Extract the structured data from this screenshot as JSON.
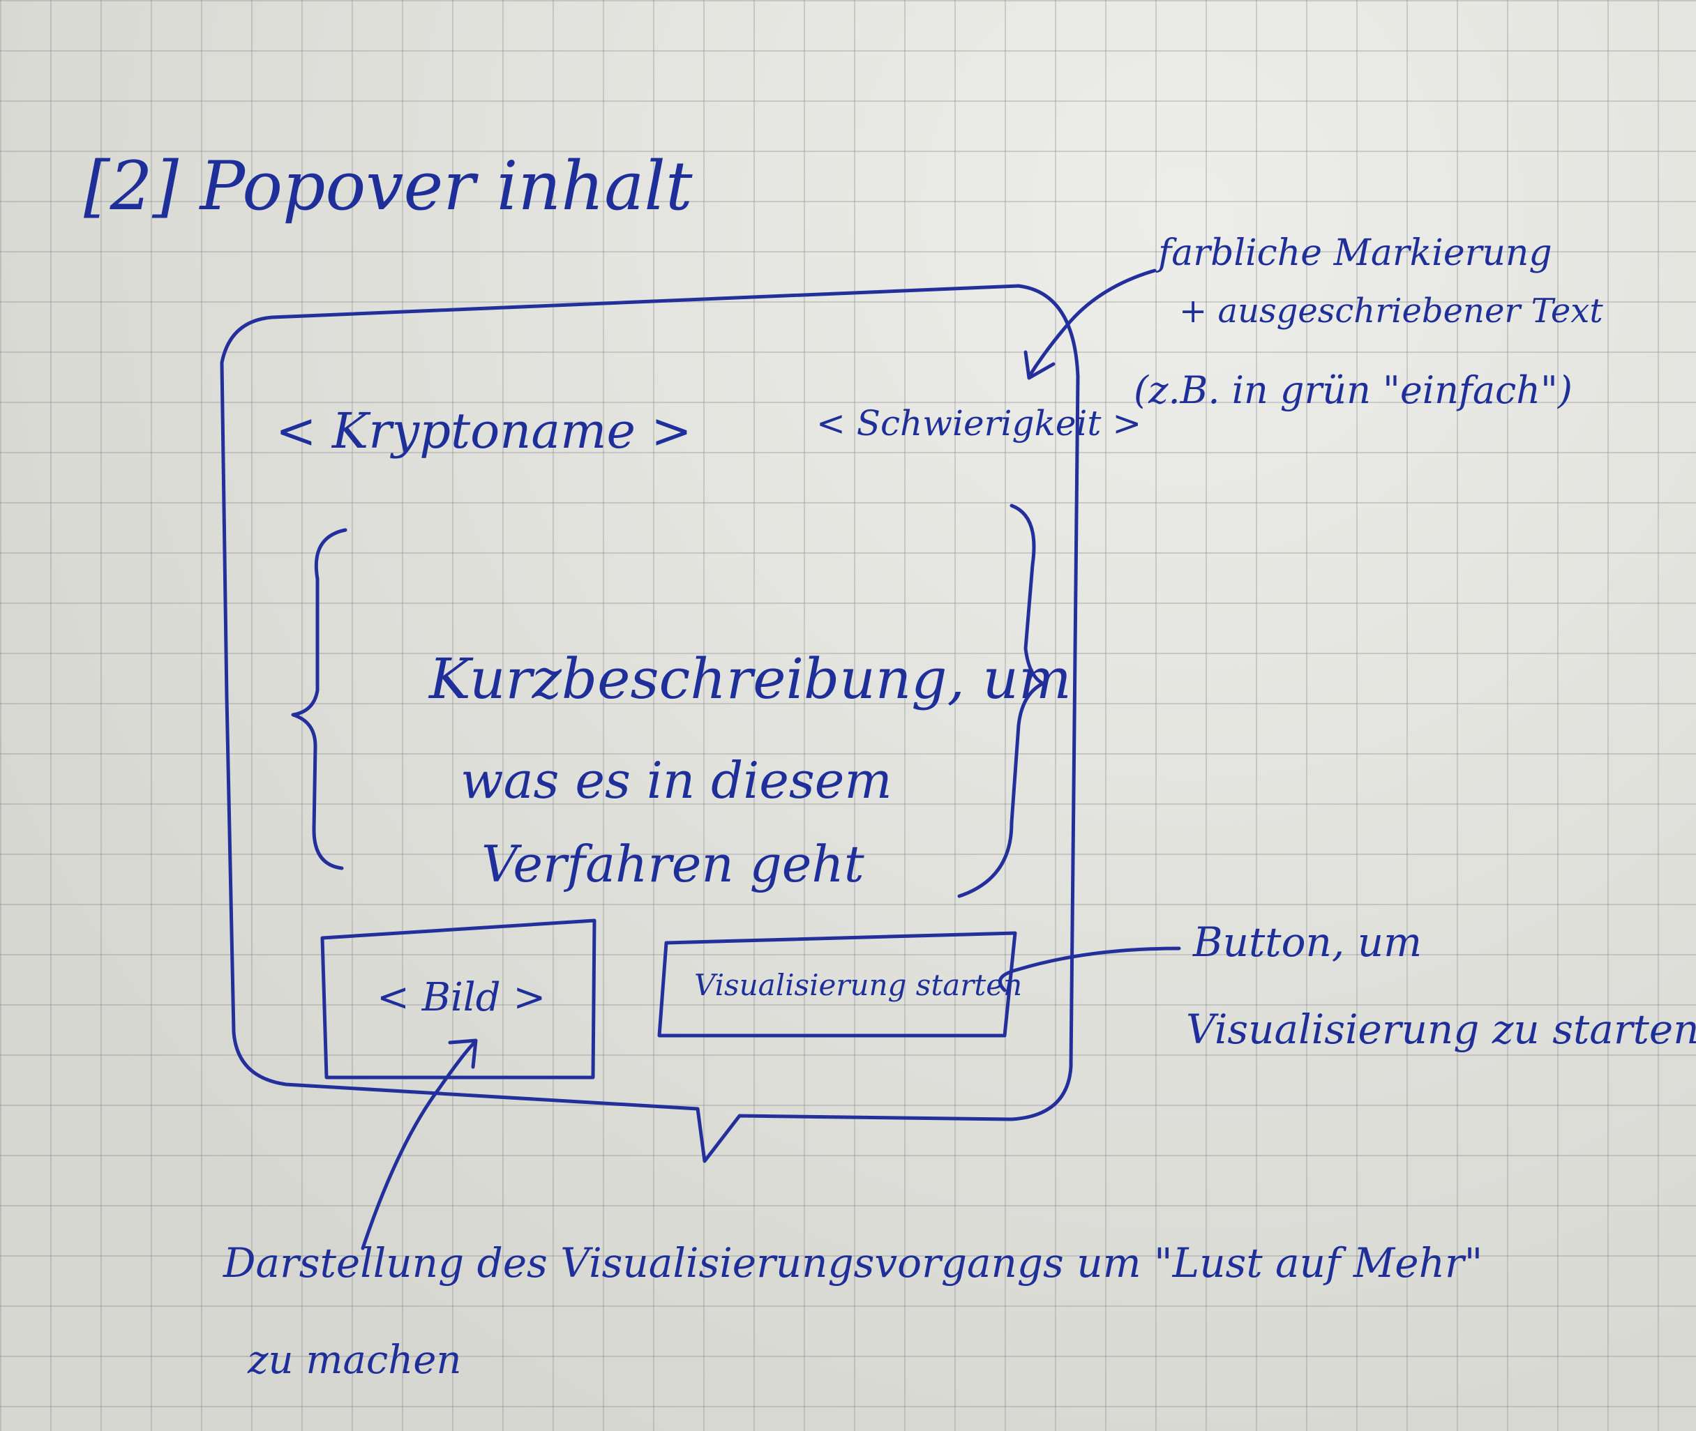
{
  "heading": "[2] Popover inhalt",
  "popover": {
    "krypto_name": "< Kryptoname >",
    "difficulty": "< Schwierigkeit >",
    "description_lines": [
      "Kurzbeschreibung, um",
      "was es in diesem",
      "Verfahren geht"
    ],
    "image_label": "< Bild >",
    "button_label": "Visualisierung starten"
  },
  "annotations": {
    "difficulty_note": [
      "farbliche Markierung",
      "+ ausgeschriebener Text",
      "(z.B. in grün \"einfach\")"
    ],
    "button_note": [
      "Button, um",
      "Visualisierung zu starten"
    ],
    "image_note": [
      "Darstellung des Visualisierungsvorgangs um \"Lust auf Mehr\"",
      "zu machen"
    ]
  },
  "colors": {
    "ink": "#1f2f9a",
    "paper": "#e4e4de",
    "grid": "#8a8a8f"
  }
}
